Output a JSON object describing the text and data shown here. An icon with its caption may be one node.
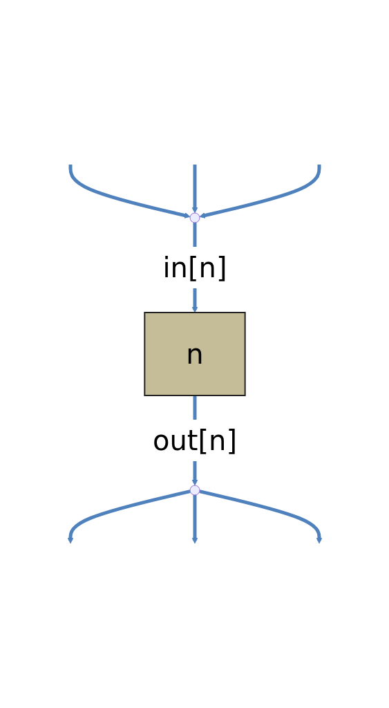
{
  "diagram": {
    "nodes": [
      {
        "text": [],
        "shape": "point"
      },
      {
        "text": [
          "n"
        ]
      },
      {
        "text": [],
        "shape": "point"
      }
    ],
    "edges": [
      {
        "from": null,
        "to": 0,
        "arrow": "to"
      },
      {
        "from": null,
        "to": 0,
        "arrow": "to"
      },
      {
        "from": null,
        "to": 0,
        "arrow": "to"
      },
      {
        "from": 0,
        "to": 1,
        "arrow": "to",
        "label": "in[n]"
      },
      {
        "from": 1,
        "to": 2,
        "arrow": "to",
        "label": "out[n]"
      },
      {
        "from": 2,
        "to": null,
        "arrow": "to"
      },
      {
        "from": 2,
        "to": null,
        "arrow": "to"
      },
      {
        "from": 2,
        "to": null,
        "arrow": "to"
      }
    ]
  }
}
